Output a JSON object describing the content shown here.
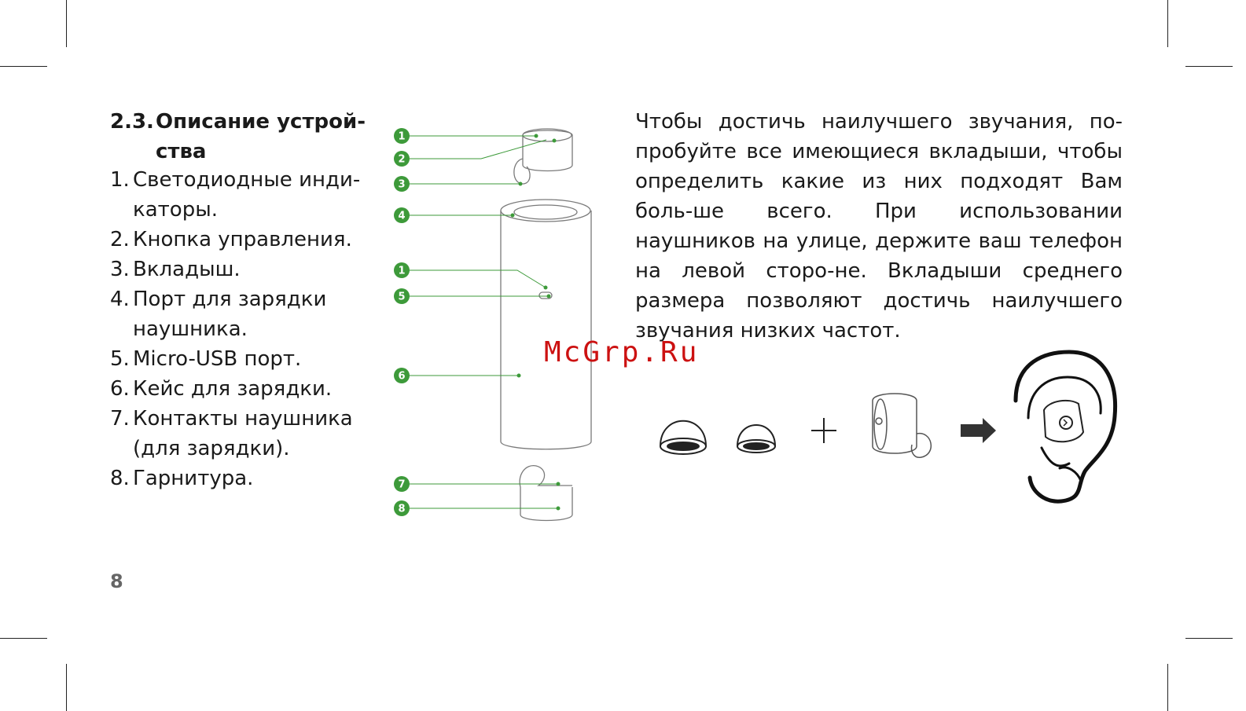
{
  "section": {
    "number": "2.3.",
    "title_line1": "Описание устрой-",
    "title_line2": "ства"
  },
  "items": [
    {
      "n": "1.",
      "line1": "Светодиодные инди-",
      "line2": "каторы."
    },
    {
      "n": "2.",
      "line1": "Кнопка управления.",
      "line2": ""
    },
    {
      "n": "3.",
      "line1": "Вкладыш.",
      "line2": ""
    },
    {
      "n": "4.",
      "line1": "Порт для зарядки",
      "line2": "наушника."
    },
    {
      "n": "5.",
      "line1": "Micro-USB порт.",
      "line2": ""
    },
    {
      "n": "6.",
      "line1": "Кейс для зарядки.",
      "line2": ""
    },
    {
      "n": "7.",
      "line1": "Контакты наушника",
      "line2": "(для зарядки)."
    },
    {
      "n": "8.",
      "line1": "Гарнитура.",
      "line2": ""
    }
  ],
  "paragraph": "Чтобы достичь наилучшего звучания, по-пробуйте все имеющиеся вкладыши, чтобы определить какие из них подходят Вам боль-ше всего. При использовании наушников на улице, держите ваш телефон на левой сторо-не. Вкладыши среднего размера позволяют достичь наилучшего звучания низких частот.",
  "callouts": [
    "1",
    "2",
    "3",
    "4",
    "1",
    "5",
    "6",
    "7",
    "8"
  ],
  "watermark": "McGrp.Ru",
  "page_number": "8",
  "colors": {
    "callout": "#3d9a3a",
    "text": "#1a1a1a",
    "watermark": "#cc1111"
  }
}
